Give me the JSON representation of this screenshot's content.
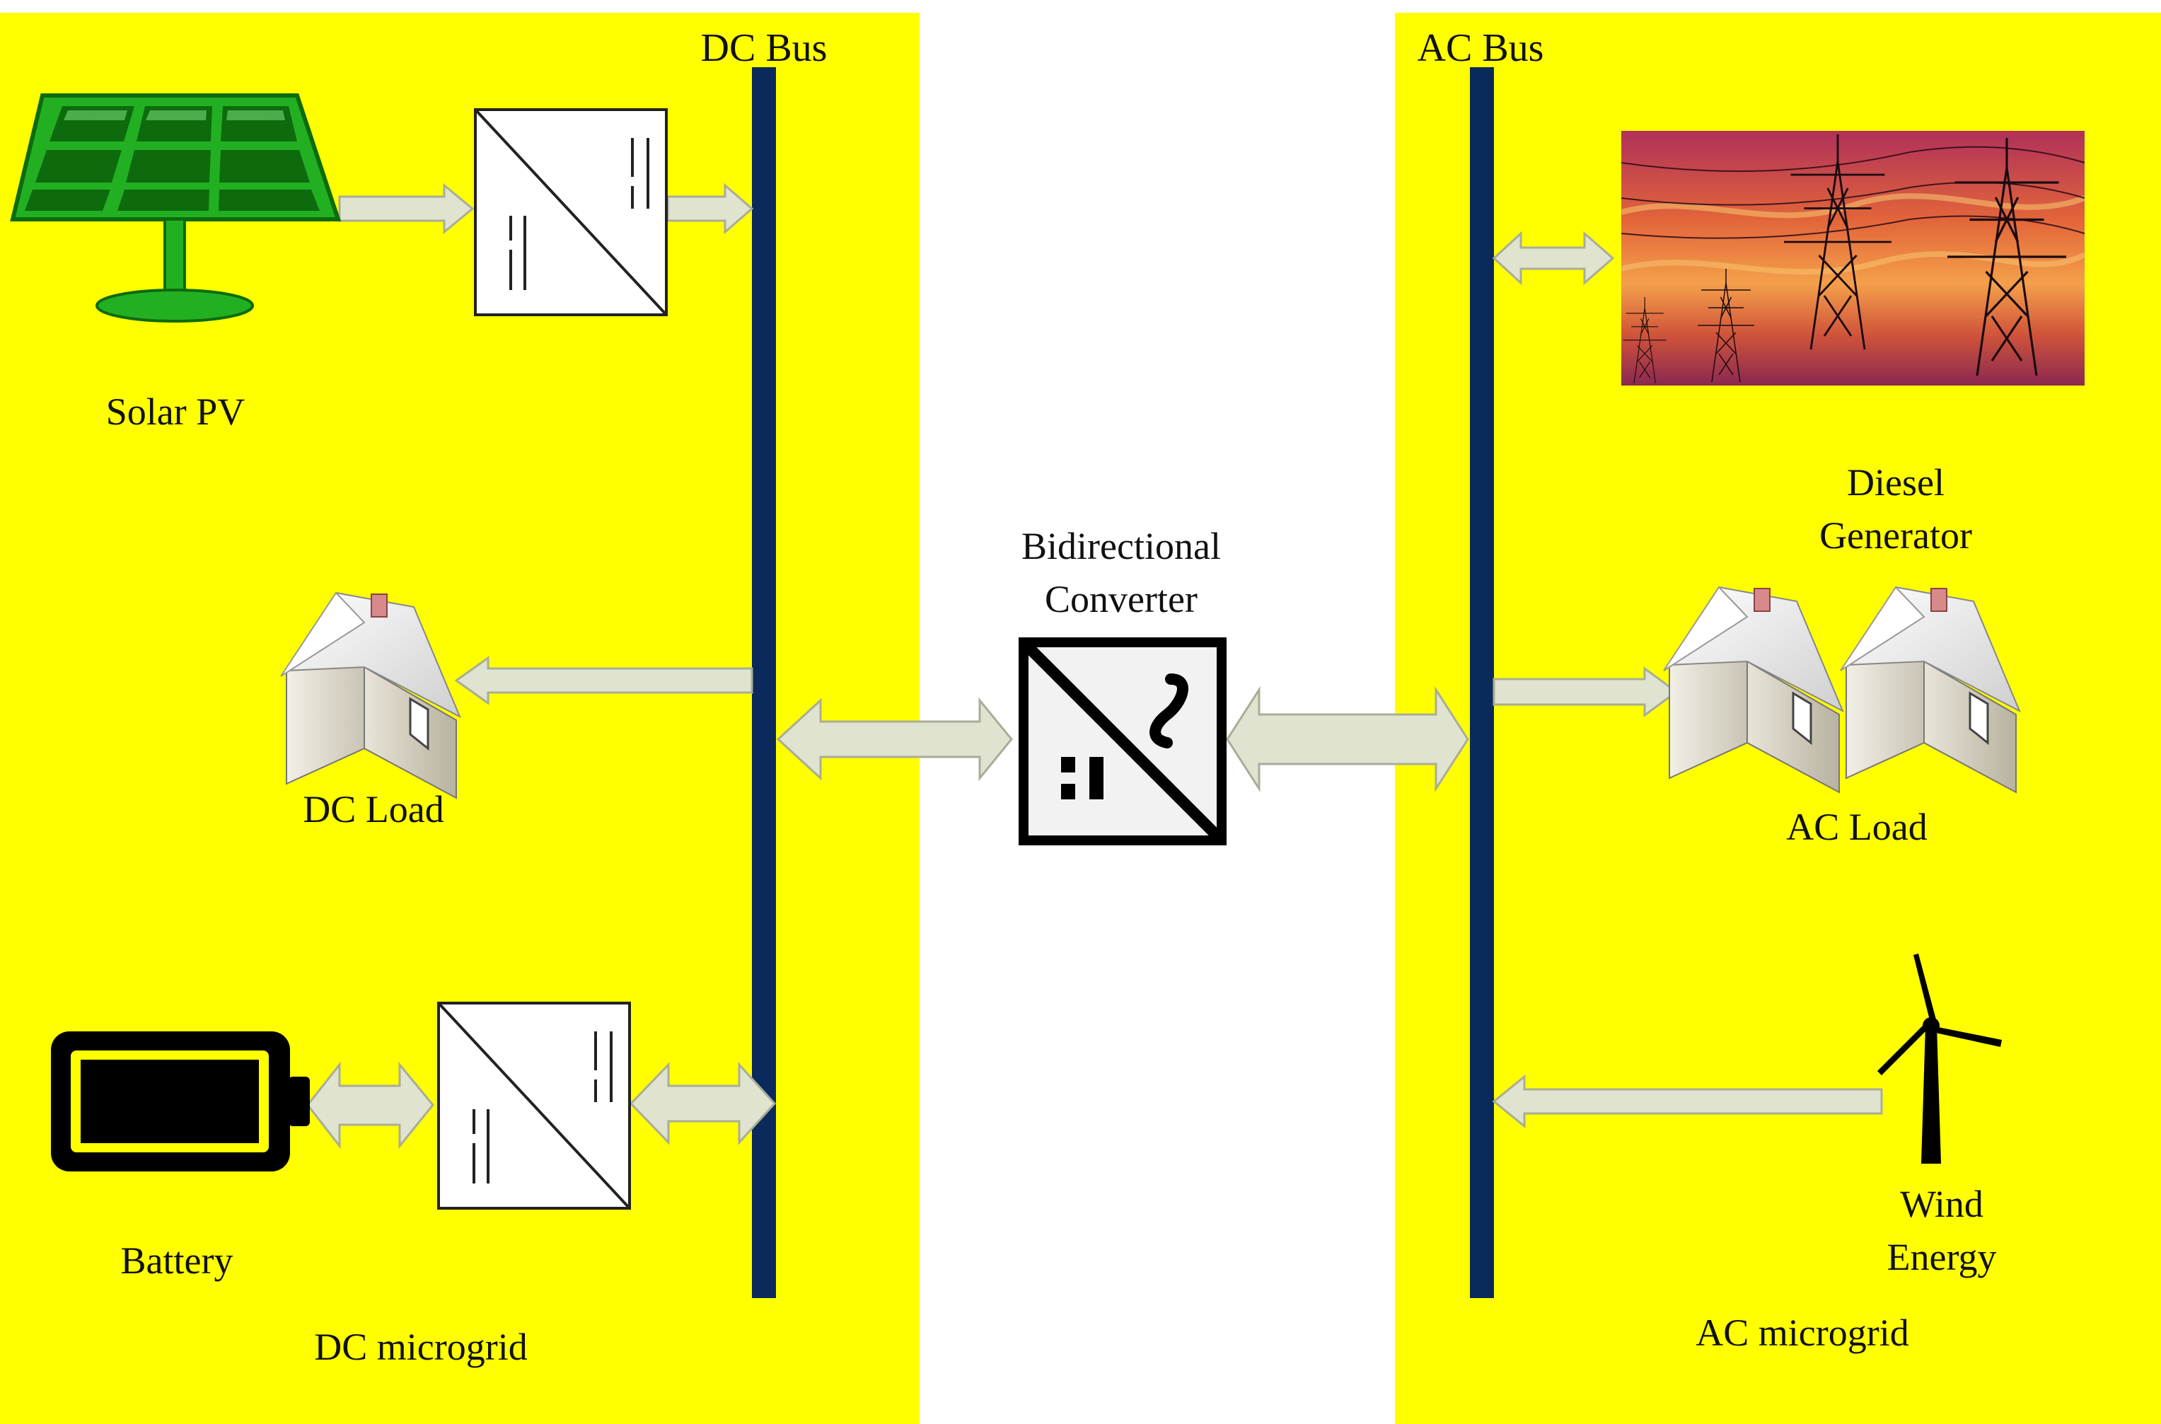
{
  "colors": {
    "panel": "#ffff00",
    "bus": "#0b2a5c",
    "arrow_fill": "#dfe3d0",
    "arrow_stroke": "#a9ad97",
    "pv_green": "#22b022",
    "pv_dark": "#0d6b0d"
  },
  "dc_panel": {
    "bus_label": "DC Bus",
    "solar_label": "Solar PV",
    "dc_load_label": "DC Load",
    "battery_label": "Battery",
    "panel_label": "DC microgrid"
  },
  "center": {
    "converter_label_line1": "Bidirectional",
    "converter_label_line2": "Converter"
  },
  "ac_panel": {
    "bus_label": "AC Bus",
    "diesel_label_line1": "Diesel",
    "diesel_label_line2": "Generator",
    "ac_load_label": "AC Load",
    "wind_label_line1": "Wind",
    "wind_label_line2": "Energy",
    "panel_label": "AC microgrid"
  },
  "icons": {
    "solar": "solar-panel-icon",
    "dcdc": "dc-dc-converter-icon",
    "house": "house-icon",
    "battery": "battery-icon",
    "bidirectional": "ac-dc-converter-icon",
    "pylons": "power-pylons-image",
    "wind": "wind-turbine-icon"
  }
}
